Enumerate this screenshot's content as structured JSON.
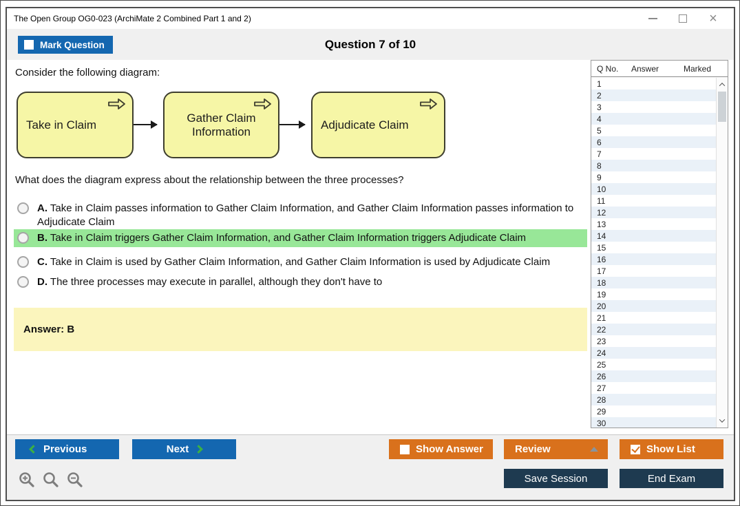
{
  "window": {
    "title": "The Open Group OG0-023 (ArchiMate 2 Combined Part 1 and 2)"
  },
  "header": {
    "mark_question": "Mark Question",
    "mark_question_checked": false,
    "question_counter": "Question 7 of 10"
  },
  "question": {
    "intro": "Consider the following diagram:",
    "prompt": "What does the diagram express about the relationship between the three processes?",
    "answer_note": "Answer: B"
  },
  "diagram": {
    "type": "archimate-business-process-flow",
    "boxes": [
      "Take in Claim",
      "Gather Claim Information",
      "Adjudicate Claim"
    ],
    "relationships": [
      "Take in Claim -> Gather Claim Information",
      "Gather Claim Information -> Adjudicate Claim"
    ]
  },
  "options": [
    {
      "letter": "A.",
      "text": "Take in Claim passes information to Gather Claim Information, and Gather Claim Information passes information to Adjudicate Claim",
      "highlighted": false
    },
    {
      "letter": "B.",
      "text": "Take in Claim triggers Gather Claim Information, and Gather Claim Information triggers Adjudicate Claim",
      "highlighted": true
    },
    {
      "letter": "C.",
      "text": "Take in Claim is used by Gather Claim Information, and Gather Claim Information is used by Adjudicate Claim",
      "highlighted": false
    },
    {
      "letter": "D.",
      "text": "The three processes may execute in parallel, although they don't have to",
      "highlighted": false
    }
  ],
  "question_list": {
    "columns": [
      "Q No.",
      "Answer",
      "Marked"
    ],
    "rows": [
      "1",
      "2",
      "3",
      "4",
      "5",
      "6",
      "7",
      "8",
      "9",
      "10",
      "11",
      "12",
      "13",
      "14",
      "15",
      "16",
      "17",
      "18",
      "19",
      "20",
      "21",
      "22",
      "23",
      "24",
      "25",
      "26",
      "27",
      "28",
      "29",
      "30"
    ]
  },
  "footer": {
    "previous": "Previous",
    "next": "Next",
    "show_answer": "Show Answer",
    "show_answer_checked": false,
    "review": "Review",
    "show_list": "Show List",
    "show_list_checked": true,
    "save_session": "Save Session",
    "end_exam": "End Exam"
  },
  "icons": {
    "close_glyph": "×",
    "minimize": "horizontal-line",
    "maximize": "square-outline",
    "process_arrow": "outlined-right-arrow",
    "zoom_in": "magnifier-plus",
    "zoom_reset": "magnifier",
    "zoom_out": "magnifier-minus"
  },
  "colors": {
    "accent_blue": "#1467b0",
    "accent_orange": "#d9711c",
    "navy": "#1e3a50",
    "highlight_green": "#98e798",
    "answer_yellow": "#fbf5bd",
    "diagram_yellow": "#f6f6a6",
    "row_stripe": "#eaf1f8",
    "chevron_green": "#3cb043"
  }
}
